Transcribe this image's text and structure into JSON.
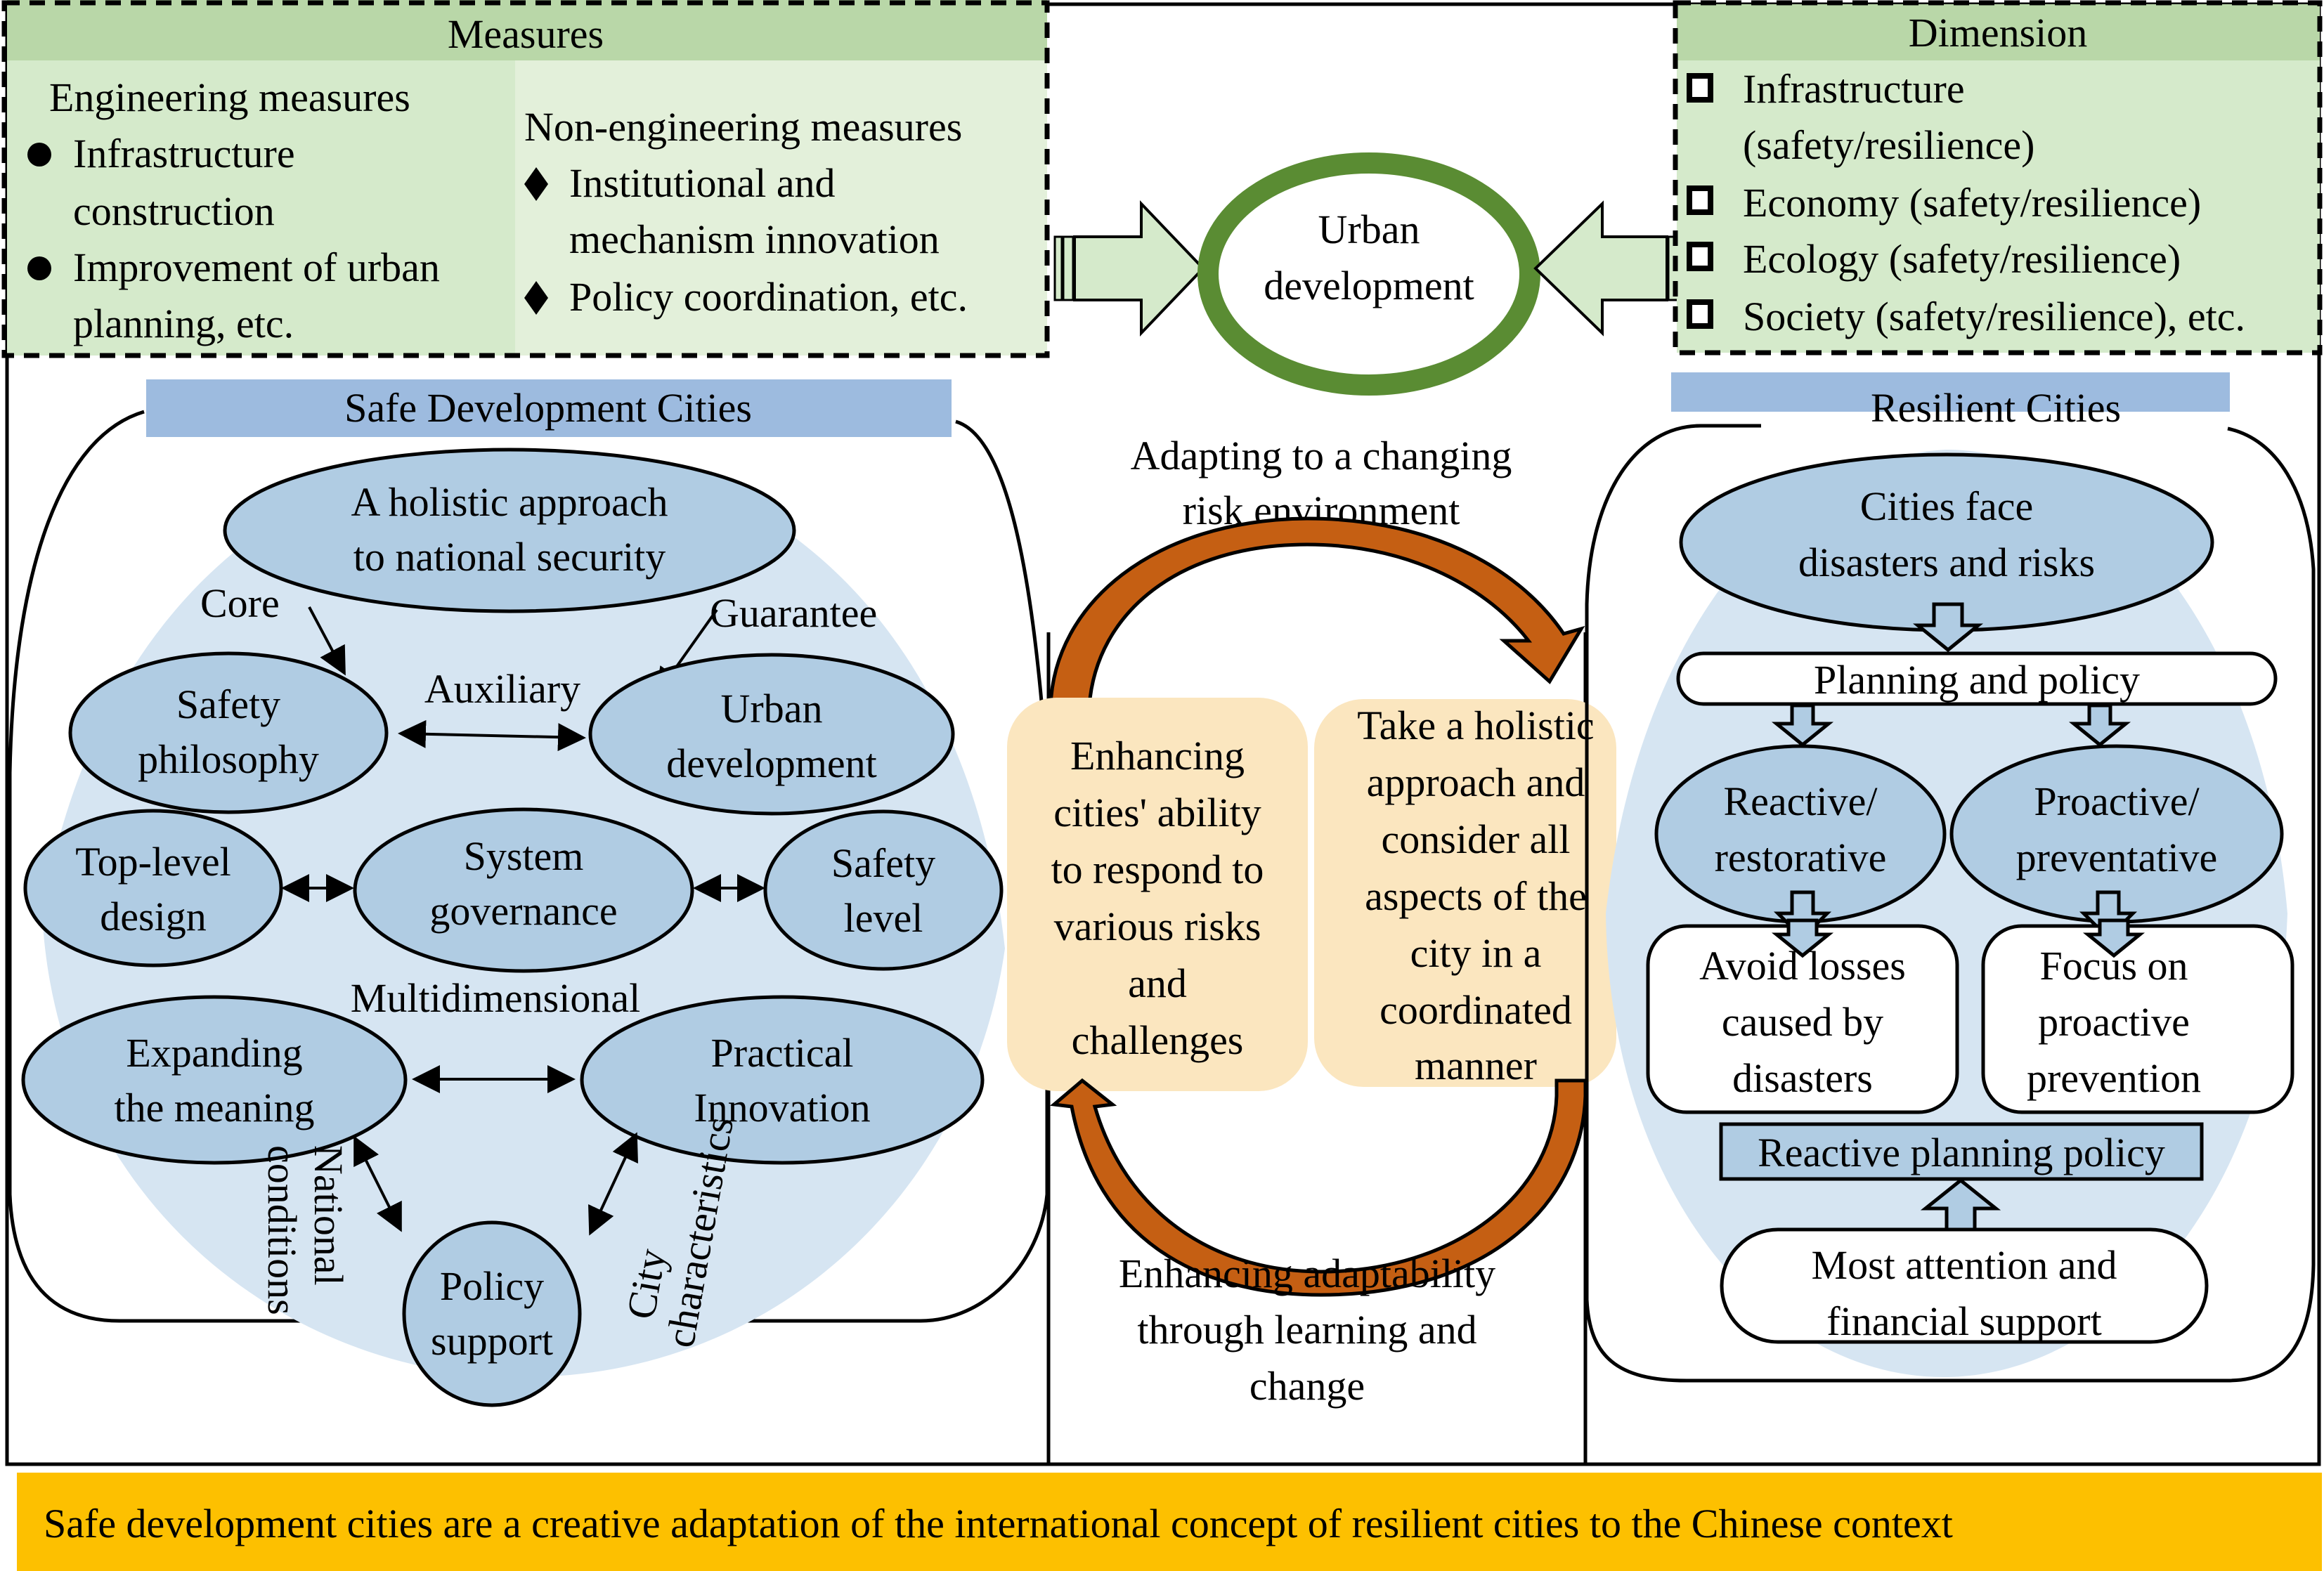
{
  "measures": {
    "title": "Measures",
    "engineering": {
      "heading": "Engineering measures",
      "items": [
        {
          "bullet": "filled-circle",
          "lines": [
            "Infrastructure",
            "construction"
          ]
        },
        {
          "bullet": "filled-circle",
          "lines": [
            "Improvement of urban",
            "planning, etc."
          ]
        }
      ]
    },
    "non_engineering": {
      "heading": "Non-engineering measures",
      "items": [
        {
          "bullet": "filled-diamond",
          "lines": [
            "Institutional and",
            "mechanism innovation"
          ]
        },
        {
          "bullet": "filled-diamond",
          "lines": [
            "Policy coordination, etc."
          ]
        }
      ]
    }
  },
  "center_node": {
    "lines": [
      "Urban",
      "development"
    ]
  },
  "dimension": {
    "title": "Dimension",
    "items": [
      {
        "bullet": "hollow-square",
        "lines": [
          "Infrastructure",
          "(safety/resilience)"
        ]
      },
      {
        "bullet": "hollow-square",
        "lines": [
          "Economy (safety/resilience)"
        ]
      },
      {
        "bullet": "hollow-square",
        "lines": [
          "Ecology (safety/resilience)"
        ]
      },
      {
        "bullet": "hollow-square",
        "lines": [
          "Society (safety/resilience), etc."
        ]
      }
    ]
  },
  "safe_cities": {
    "title": "Safe Development Cities",
    "nodes": {
      "holistic": [
        "A holistic approach",
        "to national security"
      ],
      "safety_philosophy": [
        "Safety",
        "philosophy"
      ],
      "urban_development": [
        "Urban",
        "development"
      ],
      "top_level": [
        "Top-level",
        "design"
      ],
      "system_governance": [
        "System",
        "governance"
      ],
      "safety_level": [
        "Safety",
        "level"
      ],
      "expanding": [
        "Expanding",
        "the meaning"
      ],
      "practical": [
        "Practical",
        "Innovation"
      ],
      "policy_support": [
        "Policy",
        "support"
      ]
    },
    "edge_labels": {
      "core": "Core",
      "guarantee": "Guarantee",
      "auxiliary": "Auxiliary",
      "multidimensional": "Multidimensional",
      "national_conditions": [
        "National",
        "conditions"
      ],
      "city_characteristics": [
        "City",
        "characteristics"
      ]
    }
  },
  "cycle": {
    "top_label": [
      "Adapting to a changing",
      "risk environment"
    ],
    "left_box": [
      "Enhancing",
      "cities' ability",
      "to respond to",
      "various risks",
      "and",
      "challenges"
    ],
    "right_box": [
      "Take a holistic",
      "approach and",
      "consider all",
      "aspects of the",
      "city in a",
      "coordinated",
      "manner"
    ],
    "bottom_label": [
      "Enhancing adaptability",
      "through learning and",
      "change"
    ]
  },
  "resilient_cities": {
    "title": "Resilient Cities",
    "nodes": {
      "face": [
        "Cities face",
        "disasters and risks"
      ],
      "planning": [
        "Planning and policy"
      ],
      "reactive": [
        "Reactive/",
        "restorative"
      ],
      "proactive": [
        "Proactive/",
        "preventative"
      ],
      "avoid": [
        "Avoid losses",
        "caused by",
        "disasters"
      ],
      "focus": [
        "Focus on",
        "proactive",
        "prevention"
      ],
      "reactive_policy": [
        "Reactive planning policy"
      ],
      "attention": [
        "Most attention and",
        "financial support"
      ]
    }
  },
  "banner": {
    "text": "Safe development cities are a creative adaptation of the international concept of resilient cities to the Chinese context"
  },
  "colors": {
    "header_green": "#b9d7a8",
    "panel_green": "#d5eacb",
    "panel_green_light": "#e3f0da",
    "ring_green": "#5a8c33",
    "header_blue": "#9dbbdf",
    "node_blue": "#b0cce3",
    "bg_blue": "#d6e5f2",
    "tan_box": "#fbe6bf",
    "arrow_orange": "#c55f13",
    "arrow_brown": "#9c4c10",
    "banner_yellow": "#fdc000"
  }
}
